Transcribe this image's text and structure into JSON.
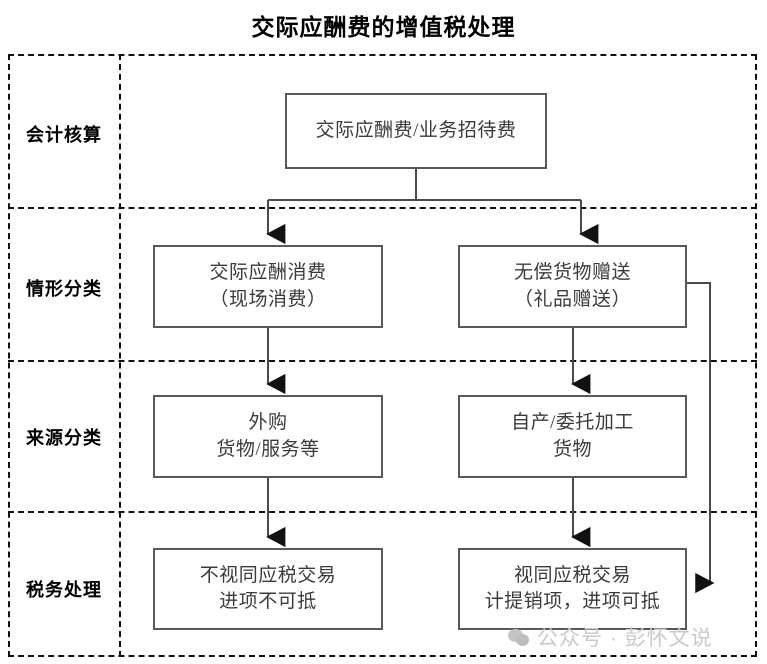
{
  "title": "交际应酬费的增值税处理",
  "lanes": [
    {
      "label": "会计核算"
    },
    {
      "label": "情形分类"
    },
    {
      "label": "来源分类"
    },
    {
      "label": "税务处理"
    }
  ],
  "nodes": {
    "root": {
      "line1": "交际应酬费/业务招待费",
      "line2": ""
    },
    "a1": {
      "line1": "交际应酬消费",
      "line2": "（现场消费）"
    },
    "a2": {
      "line1": "无偿货物赠送",
      "line2": "（礼品赠送）"
    },
    "b1": {
      "line1": "外购",
      "line2": "货物/服务等"
    },
    "b2": {
      "line1": "自产/委托加工",
      "line2": "货物"
    },
    "c1": {
      "line1": "不视同应税交易",
      "line2": "进项不可抵"
    },
    "c2": {
      "line1": "视同应税交易",
      "line2": "计提销项，进项可抵"
    }
  },
  "watermark": {
    "icon": "wechat-icon",
    "text": "公众号 · 彭怀文说"
  },
  "colors": {
    "background": "#ffffff",
    "lane_border": "#111111",
    "node_border": "#595959",
    "node_text": "#3b3b3b",
    "title_text": "#000000",
    "connector": "#4a4a4a",
    "watermark_text": "#c9c9c9"
  },
  "chart_data": {
    "type": "diagram",
    "title": "交际应酬费的增值税处理",
    "swimlanes": [
      "会计核算",
      "情形分类",
      "来源分类",
      "税务处理"
    ],
    "nodes": [
      {
        "id": "root",
        "lane": "会计核算",
        "text": "交际应酬费/业务招待费"
      },
      {
        "id": "a1",
        "lane": "情形分类",
        "text": "交际应酬消费（现场消费）"
      },
      {
        "id": "a2",
        "lane": "情形分类",
        "text": "无偿货物赠送（礼品赠送）"
      },
      {
        "id": "b1",
        "lane": "来源分类",
        "text": "外购货物/服务等"
      },
      {
        "id": "b2",
        "lane": "来源分类",
        "text": "自产/委托加工货物"
      },
      {
        "id": "c1",
        "lane": "税务处理",
        "text": "不视同应税交易进项不可抵"
      },
      {
        "id": "c2",
        "lane": "税务处理",
        "text": "视同应税交易计提销项，进项可抵"
      }
    ],
    "edges": [
      {
        "from": "root",
        "to": "a1"
      },
      {
        "from": "root",
        "to": "a2"
      },
      {
        "from": "a1",
        "to": "b1"
      },
      {
        "from": "a2",
        "to": "b2"
      },
      {
        "from": "b1",
        "to": "c1"
      },
      {
        "from": "b2",
        "to": "c2"
      },
      {
        "from": "a2",
        "to": "c2",
        "routing": "right-side-bypass"
      }
    ]
  }
}
